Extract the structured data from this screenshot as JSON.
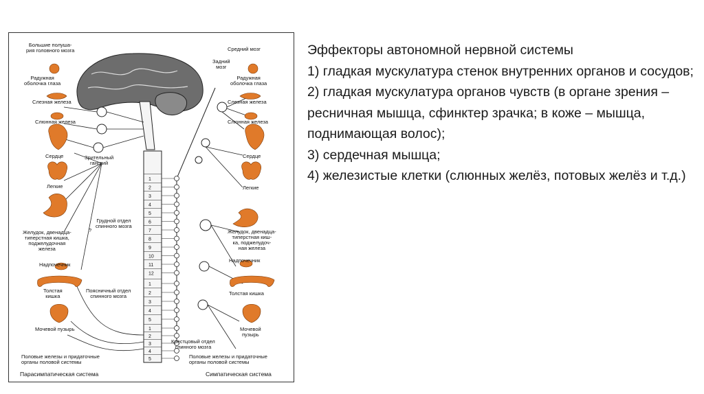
{
  "figure": {
    "left_labels": {
      "hemispheres": "Большие полуша-\nрия головного мозга",
      "iris": "Радужная\nоболочка глаза",
      "lacrimal": "Слезная железа",
      "salivary": "Слюнная железа",
      "optic_ganglion": "Зрительный\nганглий",
      "heart": "Сердце",
      "lungs": "Легкие",
      "stomach": "Желудок, двенадца-\nтиперстная кишка,\nподжелудочная\nжелеза",
      "adrenal": "Надпочечник",
      "colon": "Толстая\nкишка",
      "bladder": "Мочевой пузырь",
      "genitals": "Половые железы и придаточные\nорганы половой системы"
    },
    "right_labels": {
      "midbrain": "Средний мозг",
      "hindbrain": "Задний\nмозг",
      "iris": "Радужная\nоболочка глаза",
      "lacrimal": "Слезная железа",
      "salivary": "Слюнная железа",
      "heart": "Сердце",
      "lungs": "Легкие",
      "stomach": "Желудок, двенадца-\nтиперстная киш-\nка, поджелудоч-\nная железа",
      "adrenal": "Надпочечник",
      "colon": "Толстая кишка",
      "bladder": "Мочевой\nпузырь",
      "genitals": "Половые железы и придаточные\nорганы половой системы"
    },
    "cord_labels": {
      "thoracic": "Грудной отдел\nспинного мозга",
      "lumbar": "Поясничный отдел\nспинного мозга",
      "sacral": "Крестцовый отдел\nспинного мозга",
      "question": "?"
    },
    "segments_thoracic": [
      "1",
      "2",
      "3",
      "4",
      "5",
      "6",
      "7",
      "8",
      "9",
      "10",
      "11",
      "12"
    ],
    "segments_lumbar": [
      "1",
      "2",
      "3",
      "4",
      "5"
    ],
    "segments_sacral": [
      "1",
      "2",
      "3",
      "4",
      "5"
    ],
    "footer_left": "Парасимпатическая система",
    "footer_right": "Симпатическая система",
    "colors": {
      "organ": "#e07a2a",
      "brain": "#6d6d6d",
      "line": "#222222"
    }
  },
  "text": {
    "title": "Эффекторы автономной нервной системы",
    "item1": "1) гладкая мускулатура стенок внутренних органов и сосудов;",
    "item2": "2) гладкая мускулатура органов чувств (в органе зрения – ресничная мышца, сфинктер зрачка; в коже – мышца, поднимающая волос);",
    "item3": "3) сердечная мышца;",
    "item4": "4) железистые клетки (слюнных желёз, потовых желёз и т.д.)"
  }
}
